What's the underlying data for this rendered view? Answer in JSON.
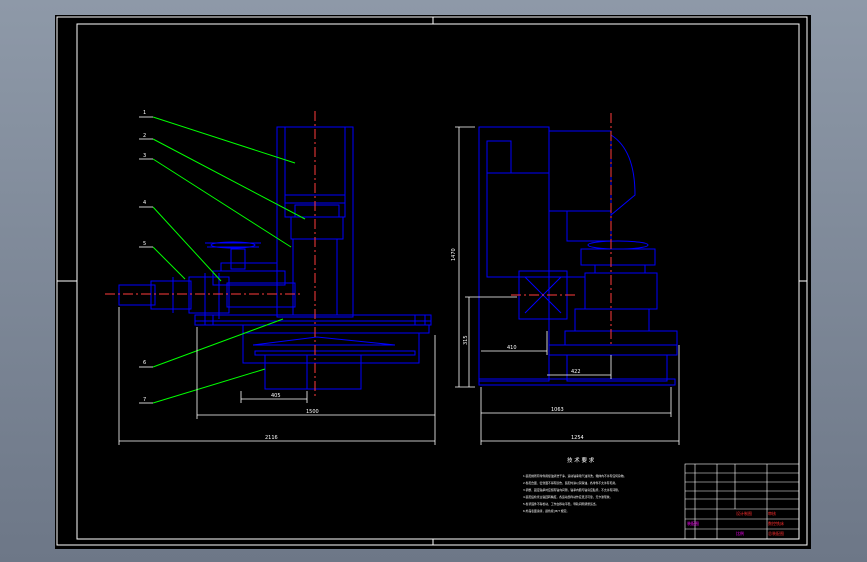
{
  "colors": {
    "background": "#000000",
    "frame": "#ffffff",
    "geometry": "#0000ff",
    "leader": "#00ff00",
    "dimension": "#ffffff",
    "centerline": "#ff3b3b",
    "title_red": "#ff00ff"
  },
  "drawing": {
    "balloons": [
      "1",
      "2",
      "3",
      "4",
      "5",
      "6",
      "7"
    ],
    "dims": {
      "front_base_width": "1500",
      "front_overall_width": "2116",
      "front_small": "405",
      "side_height": "1470",
      "side_low_height": "315",
      "side_offset_1": "410",
      "side_offset_2": "422",
      "side_base_width": "1063",
      "side_overall_width": "1254"
    }
  },
  "notes": {
    "title": "技 术 要 求",
    "lines": [
      "1.装配前所有零件用煤油清洗干净，滚动轴承用汽油清洗，箱体内不许有任何杂物。",
      "2.各配合面、密封面不得有损伤，装配时涂以润滑油，各零件不允许有毛刺。",
      "3.调整、固定轴承时应留有轴向间隙，轴承内圈与轴肩应贴紧，不允许有间隙。",
      "4.装配后检查主轴回转精度，各运动部件动作应灵活可靠，无卡滞现象。",
      "5.各紧固件不得松动，工作台移动平稳，导轨间隙调整适当。",
      "6.外露表面涂漆，颜色按 JB/T 规定。"
    ]
  },
  "title_block": {
    "red_labels": [
      "设计制图",
      "审核",
      "数控铣床",
      "总装配图"
    ],
    "magenta_labels": [
      "装配图",
      "比例"
    ]
  }
}
